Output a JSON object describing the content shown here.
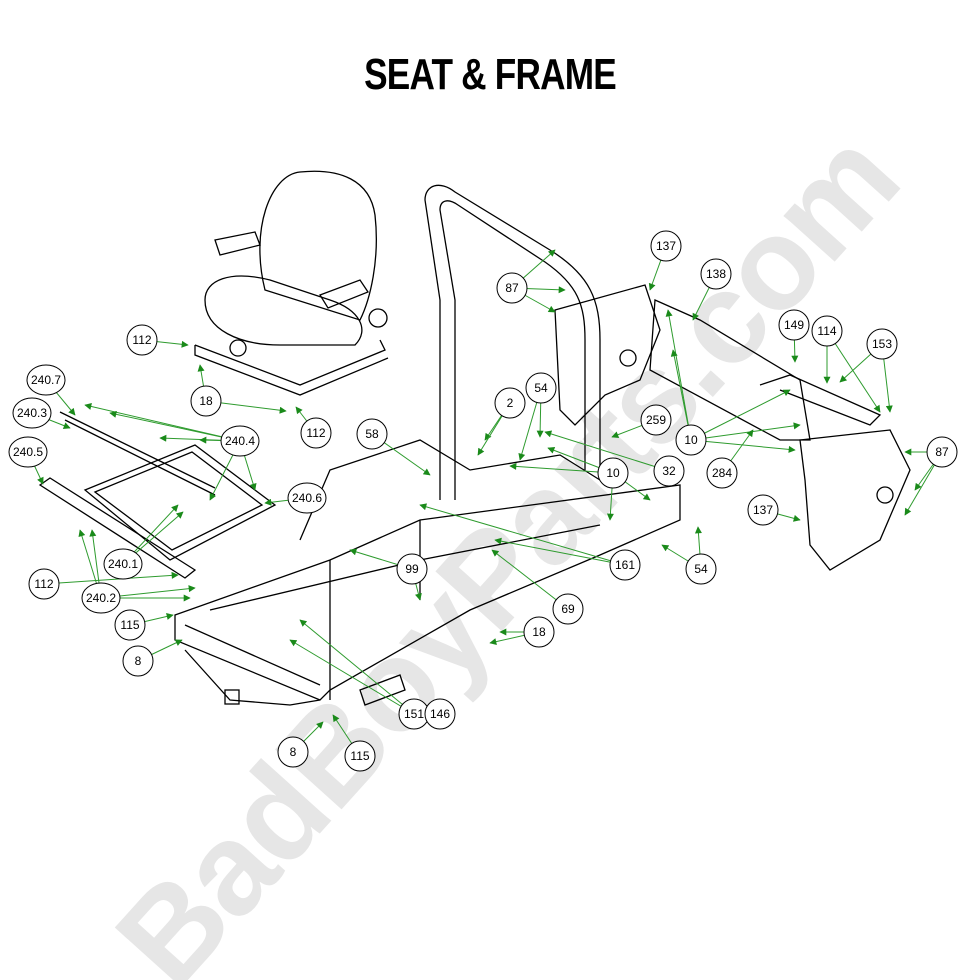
{
  "title": "SEAT & FRAME",
  "watermark": "BadBoyParts.com",
  "colors": {
    "leader": "#2e9b2e",
    "arrow": "#1a8a1a",
    "line_art": "#000000",
    "centerline": "#8080ff",
    "watermark": "#e6e6e6"
  },
  "callouts": [
    {
      "label": "112"
    },
    {
      "label": "18"
    },
    {
      "label": "112"
    },
    {
      "label": "240.7"
    },
    {
      "label": "240.3"
    },
    {
      "label": "240.5"
    },
    {
      "label": "240.4"
    },
    {
      "label": "240.6"
    },
    {
      "label": "240.1"
    },
    {
      "label": "112"
    },
    {
      "label": "240.2"
    },
    {
      "label": "115"
    },
    {
      "label": "8"
    },
    {
      "label": "58"
    },
    {
      "label": "2"
    },
    {
      "label": "54"
    },
    {
      "label": "259"
    },
    {
      "label": "32"
    },
    {
      "label": "10"
    },
    {
      "label": "161"
    },
    {
      "label": "54"
    },
    {
      "label": "69"
    },
    {
      "label": "99"
    },
    {
      "label": "18"
    },
    {
      "label": "151"
    },
    {
      "label": "146"
    },
    {
      "label": "8"
    },
    {
      "label": "115"
    },
    {
      "label": "87"
    },
    {
      "label": "137"
    },
    {
      "label": "138"
    },
    {
      "label": "149"
    },
    {
      "label": "114"
    },
    {
      "label": "153"
    },
    {
      "label": "10"
    },
    {
      "label": "284"
    },
    {
      "label": "87"
    },
    {
      "label": "137"
    }
  ]
}
